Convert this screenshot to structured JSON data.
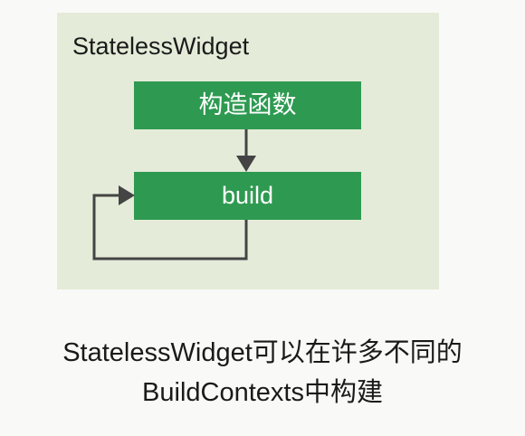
{
  "diagram": {
    "panel": {
      "title": "StatelessWidget",
      "background": "#e4ecd9"
    },
    "nodes": {
      "constructor": {
        "label": "构造函数",
        "color": "#2e9a51"
      },
      "build": {
        "label": "build",
        "color": "#2e9a51"
      }
    },
    "edges": [
      {
        "from": "constructor",
        "to": "build",
        "kind": "arrow"
      },
      {
        "from": "build",
        "to": "build",
        "kind": "loop"
      }
    ]
  },
  "caption": {
    "line1": "StatelessWidget可以在许多不同的",
    "line2": "BuildContexts中构建"
  }
}
